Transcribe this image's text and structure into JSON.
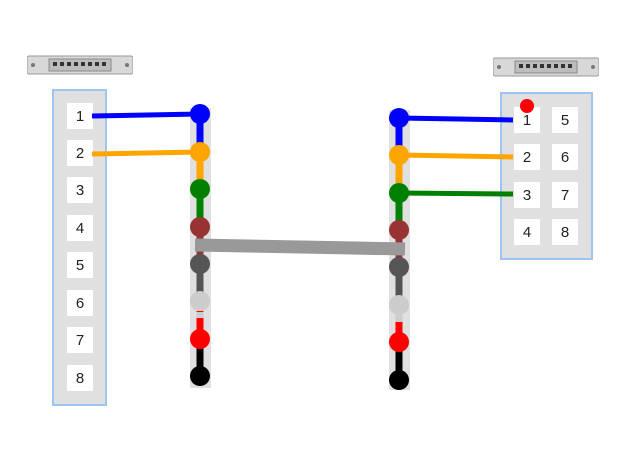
{
  "left_panel": {
    "ports": [
      "1",
      "2",
      "3",
      "4",
      "5",
      "6",
      "7",
      "8"
    ]
  },
  "right_panel": {
    "ports": [
      "1",
      "2",
      "3",
      "4",
      "5",
      "6",
      "7",
      "8"
    ]
  },
  "colors": {
    "blue": "#0000ff",
    "orange": "#ffa500",
    "green": "#008000",
    "brown": "#993333",
    "dark_gray": "#555555",
    "light_gray": "#cccccc",
    "red": "#ff0000",
    "black": "#000000",
    "bridge": "#999999",
    "panel_border": "#9ec4f0",
    "panel_fill": "#e0e0e0"
  },
  "icons": {
    "left_device": "patch-panel-icon",
    "right_device": "patch-panel-icon"
  }
}
